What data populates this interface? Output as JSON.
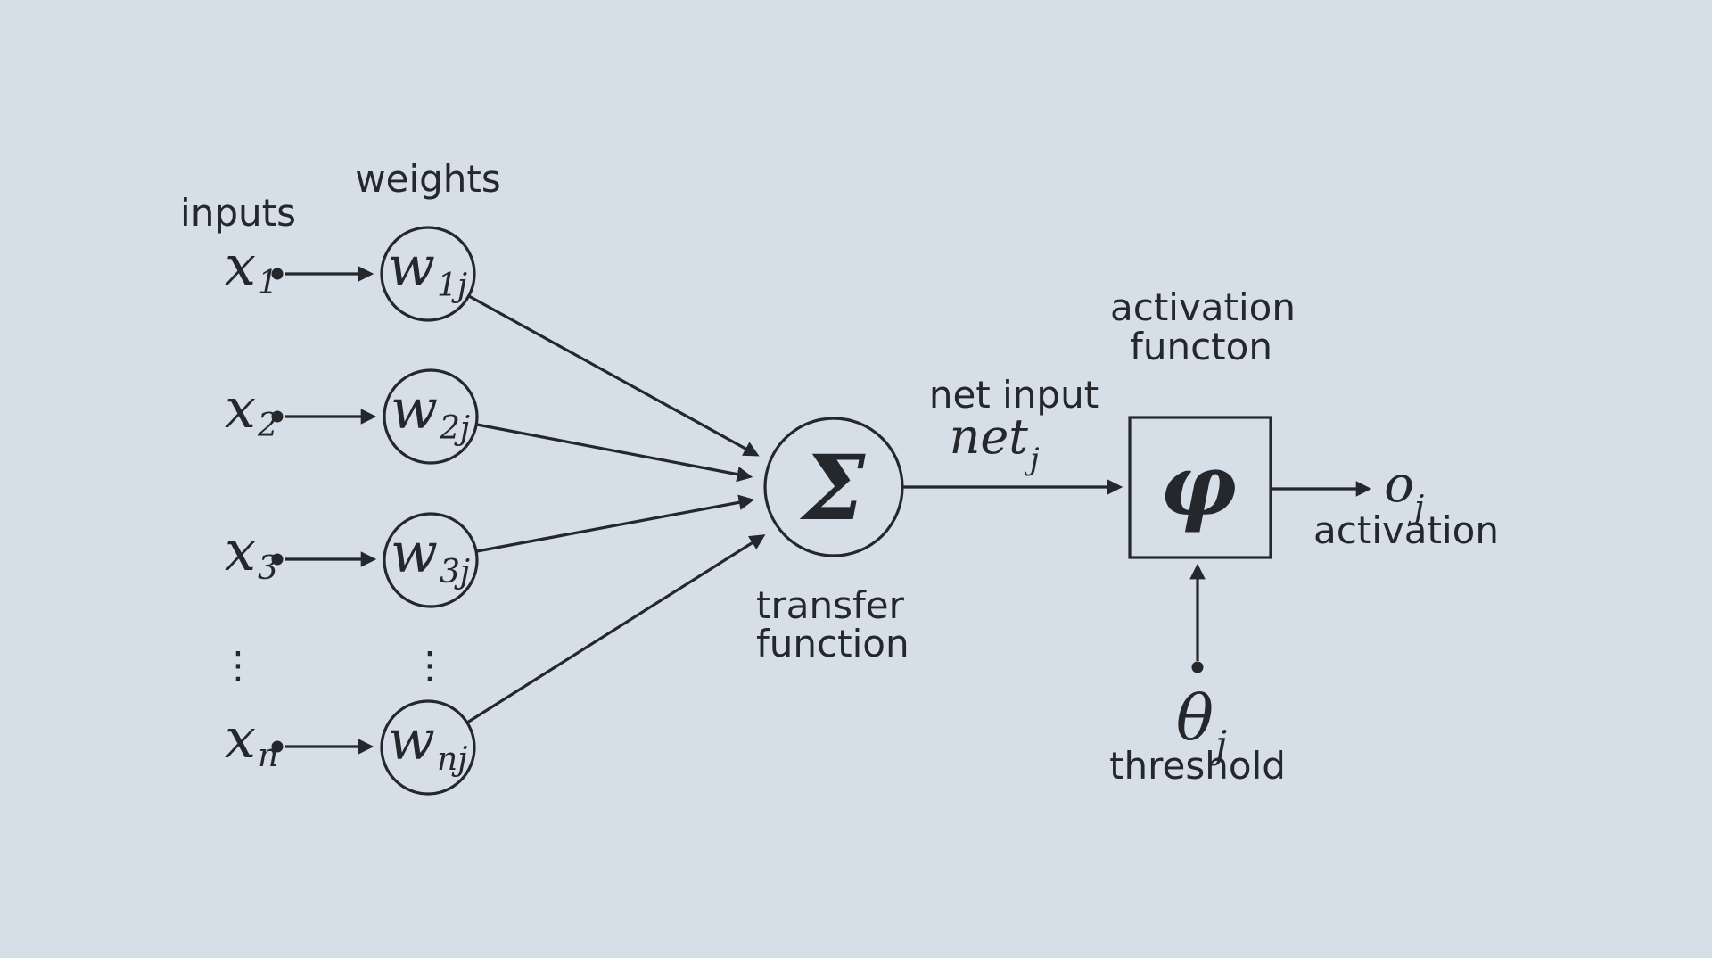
{
  "colors": {
    "background": "#d6dee8",
    "ink": "#24272b"
  },
  "labels": {
    "inputs": "inputs",
    "weights": "weights",
    "transfer_line1": "transfer",
    "transfer_line2": "function",
    "net_input": "net input",
    "activation_fn_line1": "activation",
    "activation_fn_line2": "functon",
    "output_activation": "activation",
    "threshold": "threshold"
  },
  "nodes": {
    "inputs": [
      {
        "base": "x",
        "sub": "1"
      },
      {
        "base": "x",
        "sub": "2"
      },
      {
        "base": "x",
        "sub": "3"
      },
      {
        "base": "x",
        "sub": "n"
      }
    ],
    "weights": [
      {
        "base": "w",
        "sub": "1j"
      },
      {
        "base": "w",
        "sub": "2j"
      },
      {
        "base": "w",
        "sub": "3j"
      },
      {
        "base": "w",
        "sub": "nj"
      }
    ],
    "sum_symbol": "Σ",
    "net": {
      "base": "net",
      "sub": "j"
    },
    "activation_symbol": "φ",
    "output": {
      "base": "o",
      "sub": "j"
    },
    "theta": {
      "base": "θ",
      "sub": "j"
    },
    "ellipsis": "⋮"
  }
}
